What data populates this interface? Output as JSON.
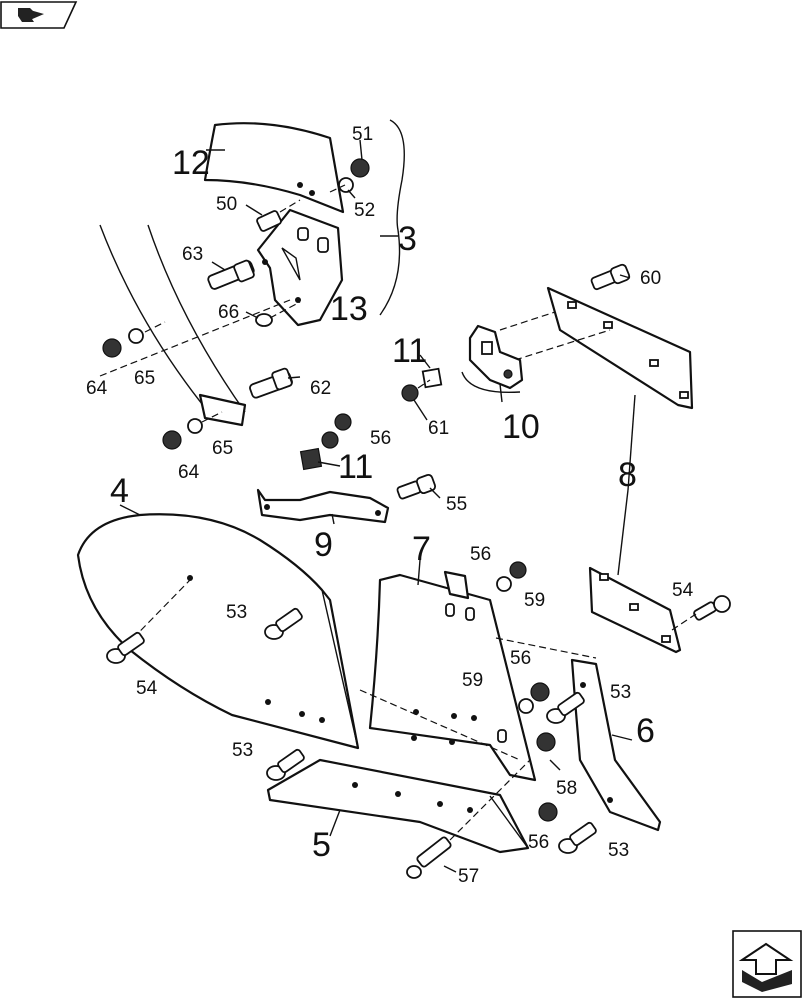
{
  "nav": {
    "back_icon": "back-arrow-icon",
    "page_icon": "page-navigation-icon"
  },
  "callouts": {
    "c3": "3",
    "c4": "4",
    "c5": "5",
    "c6": "6",
    "c7": "7",
    "c8": "8",
    "c9": "9",
    "c10": "10",
    "c11a": "11",
    "c11b": "11",
    "c12": "12",
    "c13": "13",
    "c50": "50",
    "c51": "51",
    "c52": "52",
    "c53a": "53",
    "c53b": "53",
    "c53c": "53",
    "c53d": "53",
    "c54a": "54",
    "c54b": "54",
    "c55": "55",
    "c56a": "56",
    "c56b": "56",
    "c56c": "56",
    "c56d": "56",
    "c57": "57",
    "c58": "58",
    "c59a": "59",
    "c59b": "59",
    "c60": "60",
    "c61": "61",
    "c62": "62",
    "c63": "63",
    "c64a": "64",
    "c64b": "64",
    "c65a": "65",
    "c65b": "65",
    "c66": "66"
  }
}
